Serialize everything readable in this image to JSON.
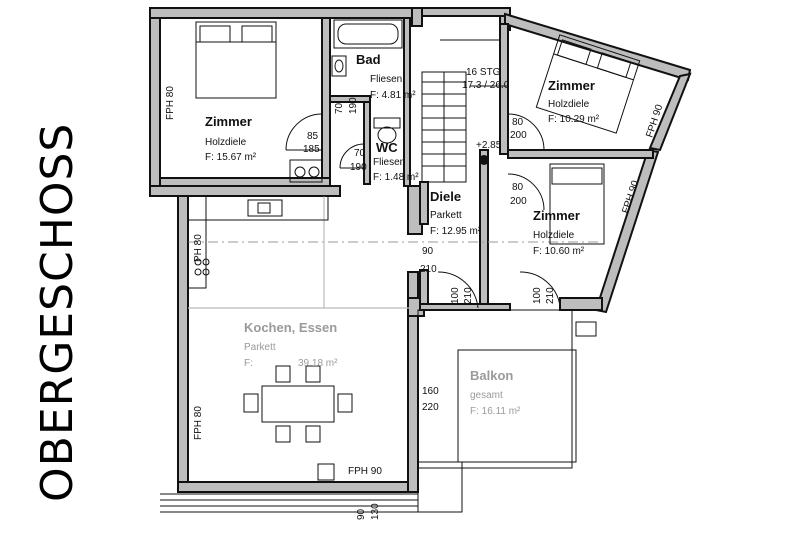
{
  "title": "OBERGESCHOSS",
  "rooms": {
    "zimmer_nw": {
      "name": "Zimmer",
      "floor": "Holzdiele",
      "area": "F: 15.67 m²"
    },
    "bad": {
      "name": "Bad",
      "floor": "Fliesen",
      "area": "F: 4.81 m²"
    },
    "wc": {
      "name": "WC",
      "floor": "Fliesen",
      "area": "F: 1.48 m²"
    },
    "zimmer_ne": {
      "name": "Zimmer",
      "floor": "Holzdiele",
      "area": "F: 10.29 m²"
    },
    "zimmer_e": {
      "name": "Zimmer",
      "floor": "Holzdiele",
      "area": "F: 10.60 m²"
    },
    "diele": {
      "name": "Diele",
      "floor": "Parkett",
      "area": "F: 12.95 m²"
    },
    "kochen": {
      "name": "Kochen, Essen",
      "floor": "Parkett",
      "area_prefix": "F:",
      "area": "39.18 m²"
    },
    "balkon": {
      "name": "Balkon",
      "floor": "gesamt",
      "area": "F: 16.11 m²"
    }
  },
  "stairs": {
    "count": "16 STG",
    "ratio": "17.3 / 26.0",
    "level": "+2.85"
  },
  "dims": {
    "d85": "85",
    "d185": "185",
    "d70a": "70",
    "d190a": "190",
    "d70b": "70",
    "d190b": "190",
    "d80a": "80",
    "d200a": "200",
    "d80b": "80",
    "d200b": "200",
    "d90": "90",
    "d210": "210",
    "d100a": "100",
    "d210a": "210",
    "d100b": "100",
    "d210b": "210",
    "d160": "160",
    "d220": "220",
    "d90s": "90",
    "d130": "130",
    "fph1": "FPH 80",
    "fph2": "PH 80",
    "fph3": "FPH 80",
    "fph4": "FPH 90",
    "fph5": "FPH 90",
    "fph6": "FPH 90"
  }
}
